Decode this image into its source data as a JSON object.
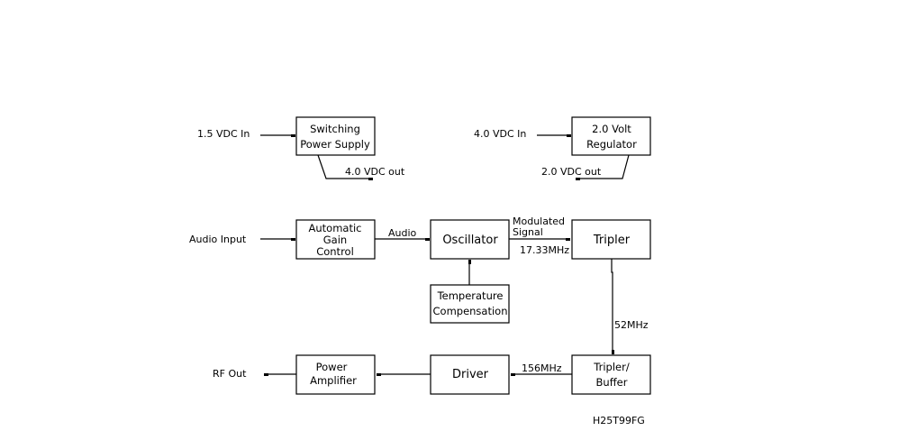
{
  "diagram": {
    "figure_id": "H25T99FG",
    "blocks": {
      "switching_power_supply": [
        "Switching",
        "Power Supply"
      ],
      "volt_regulator": [
        "2.0 Volt",
        "Regulator"
      ],
      "agc": [
        "Automatic",
        "Gain",
        "Control"
      ],
      "oscillator": [
        "Oscillator"
      ],
      "temperature_compensation": [
        "Temperature",
        "Compensation"
      ],
      "tripler": [
        "Tripler"
      ],
      "tripler_buffer": [
        "Tripler/",
        "Buffer"
      ],
      "driver": [
        "Driver"
      ],
      "power_amplifier": [
        "Power",
        "Amplifier"
      ]
    },
    "labels": {
      "vdc_in_15": "1.5 VDC In",
      "vdc_out_40": "4.0 VDC out",
      "vdc_in_40": "4.0 VDC In",
      "vdc_out_20": "2.0 VDC out",
      "audio_input": "Audio Input",
      "audio": "Audio",
      "modulated": "Modulated",
      "signal": "Signal",
      "freq_1733": "17.33MHz",
      "freq_52": "52MHz",
      "freq_156": "156MHz",
      "rf_out": "RF Out"
    }
  }
}
